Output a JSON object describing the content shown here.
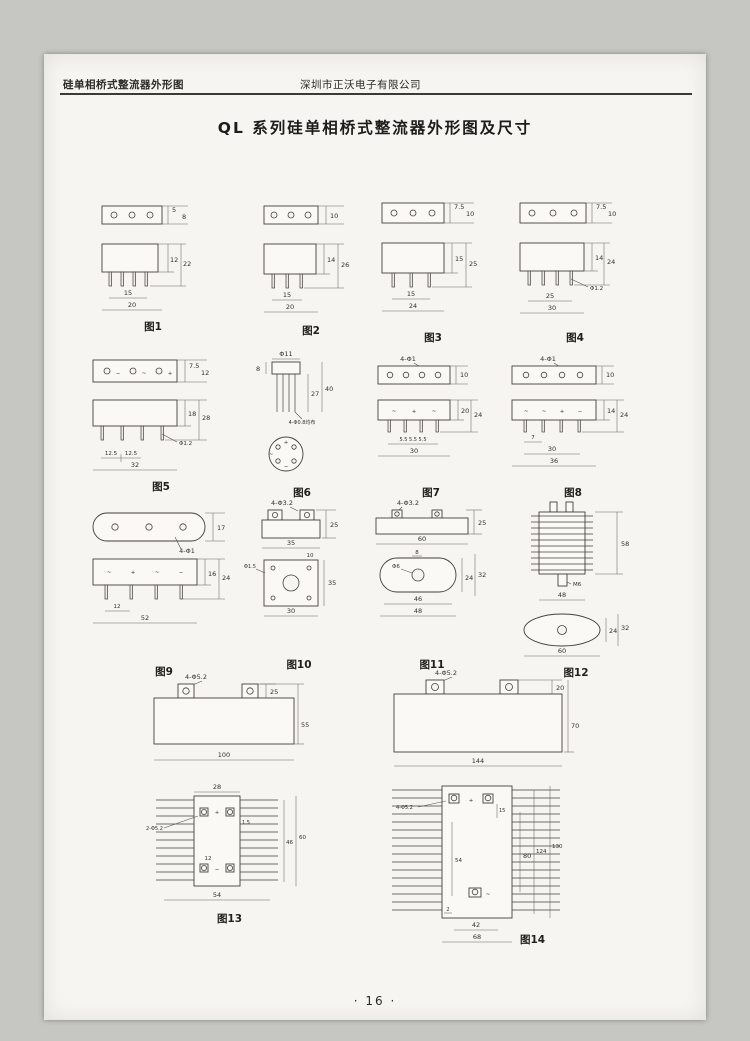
{
  "header": {
    "left": "硅单相桥式整流器外形图",
    "right": "深圳市正沃电子有限公司"
  },
  "title": "QL 系列硅单相桥式整流器外形图及尺寸",
  "footer": {
    "page_number": "· 16 ·"
  },
  "figures": {
    "f1": {
      "caption": "图1",
      "dims": [
        "5",
        "8",
        "12",
        "22",
        "15",
        "20"
      ]
    },
    "f2": {
      "caption": "图2",
      "dims": [
        "10",
        "14",
        "26",
        "15",
        "20"
      ]
    },
    "f3": {
      "caption": "图3",
      "dims": [
        "7.5",
        "10",
        "15",
        "25",
        "15",
        "24"
      ]
    },
    "f4": {
      "caption": "图4",
      "dims": [
        "7.5",
        "10",
        "14",
        "24",
        "Φ1.2",
        "25",
        "30"
      ]
    },
    "f5": {
      "caption": "图5",
      "dims": [
        "7.5",
        "12",
        "18",
        "28",
        "Φ1.2",
        "12.5",
        "12.5",
        "32"
      ],
      "marks": [
        "−",
        "~",
        "+"
      ]
    },
    "f6": {
      "caption": "图6",
      "dims": [
        "Φ11",
        "8",
        "27",
        "40",
        "4-Φ0.8均布"
      ],
      "marks": [
        "+",
        "−",
        "~"
      ]
    },
    "f7": {
      "caption": "图7",
      "dims": [
        "4-Φ1",
        "10",
        "20",
        "24",
        "5.5 5.5 5.5",
        "30"
      ],
      "marks": [
        "~",
        "+",
        "~"
      ]
    },
    "f8": {
      "caption": "图8",
      "dims": [
        "4-Φ1",
        "10",
        "14",
        "24",
        "7",
        "30",
        "36"
      ],
      "marks": [
        "~",
        "~",
        "+",
        "−"
      ]
    },
    "f9": {
      "caption": "图9",
      "dims": [
        "17",
        "4-Φ1",
        "16",
        "24",
        "12",
        "52"
      ],
      "marks": [
        "~",
        "+",
        "~",
        "−"
      ]
    },
    "f10": {
      "caption": "图10",
      "dims": [
        "4-Φ3.2",
        "25",
        "35",
        "10",
        "Φ1.5",
        "35",
        "30"
      ]
    },
    "f11": {
      "caption": "图11",
      "dims": [
        "4-Φ3.2",
        "25",
        "60",
        "8",
        "Φ6",
        "24",
        "32",
        "46",
        "48"
      ]
    },
    "f12": {
      "caption": "图12",
      "dims": [
        "58",
        "M6",
        "48",
        "24",
        "32",
        "60"
      ]
    },
    "f13": {
      "caption": "图13",
      "dims_top": [
        "4-Φ5.2",
        "25",
        "55",
        "100"
      ],
      "dims": [
        "28",
        "2-Φ5.2",
        "1.5",
        "12",
        "46",
        "60",
        "54"
      ],
      "marks": [
        "+",
        "−"
      ]
    },
    "f14": {
      "caption": "图14",
      "dims_top": [
        "4-Φ5.2",
        "20",
        "70",
        "144"
      ],
      "dims": [
        "4-Φ5.2",
        "15",
        "54",
        "80",
        "124",
        "130",
        "2",
        "42",
        "68"
      ],
      "marks": [
        "+",
        "~"
      ]
    }
  }
}
